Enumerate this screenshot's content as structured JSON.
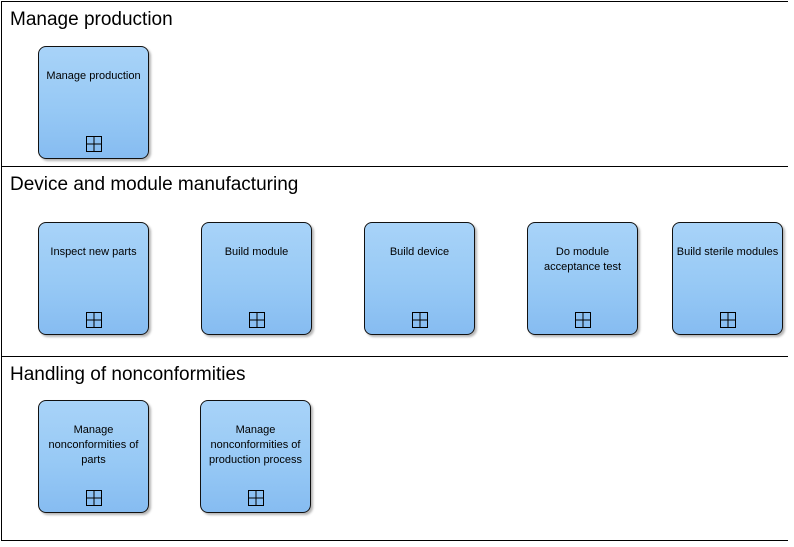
{
  "diagram": {
    "type": "process-landscape",
    "lanes": [
      {
        "title": "Manage production",
        "boxes": [
          {
            "label": "Manage production"
          }
        ]
      },
      {
        "title": "Device and module manufacturing",
        "boxes": [
          {
            "label": "Inspect new parts"
          },
          {
            "label": "Build module"
          },
          {
            "label": "Build device"
          },
          {
            "label": "Do module\nacceptance test"
          },
          {
            "label": "Build sterile modules"
          }
        ]
      },
      {
        "title": "Handling of nonconformities",
        "boxes": [
          {
            "label": "Manage\nnonconformities of\nparts"
          },
          {
            "label": "Manage\nnonconformities of\nproduction process"
          }
        ]
      }
    ]
  },
  "icons": {
    "expand": "plus-in-square-expand-icon"
  },
  "colors": {
    "box_fill_top": "#a8d3f8",
    "box_fill_bottom": "#86bcf1",
    "box_border": "#111111",
    "lane_border": "#000000",
    "background": "#ffffff",
    "text": "#000000"
  }
}
